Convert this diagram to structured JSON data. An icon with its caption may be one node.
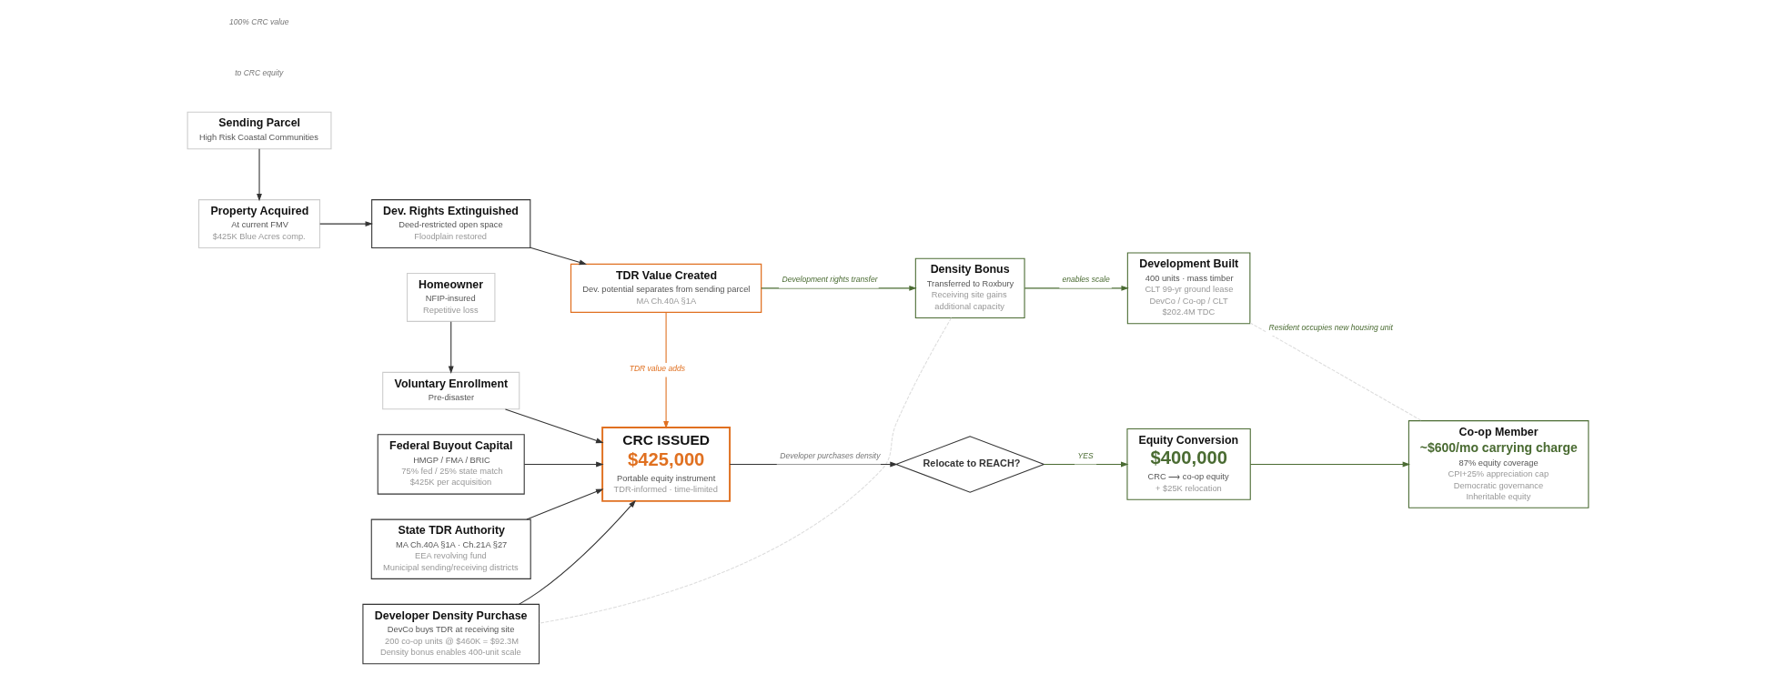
{
  "diagram": {
    "nodes": [
      {
        "text": [
          "Property Acquired",
          "At current FMV",
          "$425K Blue Acres comp."
        ]
      },
      {
        "text": [
          "Sending Parcel",
          "High Risk Coastal Communities"
        ]
      },
      {
        "text": [
          "Dev. Rights Extinguished",
          "Deed-restricted open space",
          "Floodplain restored"
        ]
      },
      {
        "text": [
          "TDR Value Created",
          "Dev. potential separates from sending parcel",
          "MA Ch.40A §1A"
        ]
      },
      {
        "text": [
          "Density Bonus",
          "Transferred to Roxbury",
          "Receiving site gains",
          "additional capacity"
        ]
      },
      {
        "text": [
          "Development Built",
          "400 units · mass timber",
          "CLT 99-yr ground lease",
          "DevCo / Co-op / CLT",
          "$202.4M TDC"
        ]
      },
      {
        "text": [
          "Voluntary Enrollment",
          "Pre-disaster"
        ]
      },
      {
        "text": [
          "Homeowner",
          "NFIP-insured",
          "Repetitive loss"
        ]
      },
      {
        "text": [
          "CRC ISSUED",
          "$425,000",
          "Portable equity instrument",
          "TDR-informed · time-limited"
        ]
      },
      {
        "text": [
          "Relocate to REACH?"
        ]
      },
      {
        "text": [
          "Equity Conversion",
          "$400,000",
          "CRC ⟶ co-op equity",
          "+ $25K relocation"
        ]
      },
      {
        "text": [
          "Co-op Member",
          "~$600/mo carrying charge",
          "87% equity coverage",
          "CPI+25% appreciation cap",
          "Democratic governance",
          "Inheritable equity"
        ]
      },
      {
        "text": [
          "Federal Buyout Capital",
          "HMGP / FMA / BRIC",
          "75% fed / 25% state match",
          "$425K per acquisition"
        ]
      },
      {
        "text": [
          "State TDR Authority",
          "MA Ch.40A §1A · Ch.21A §27",
          "EEA revolving fund",
          "Municipal sending/receiving districts"
        ]
      },
      {
        "text": [
          "Developer Density Purchase",
          "DevCo buys TDR at receiving site",
          "200 co-op units @ $460K = $92.3M",
          "Density bonus enables 400-unit scale"
        ]
      }
    ],
    "edges": [
      {
        "from": 1,
        "to": 0,
        "arrow": "to"
      },
      {
        "from": 0,
        "to": 2,
        "arrow": "to"
      },
      {
        "from": 2,
        "to": 3,
        "arrow": "to"
      },
      {
        "from": 3,
        "to": 4,
        "arrow": "to",
        "label": "Development rights transfer",
        "color": "#4a6b32"
      },
      {
        "from": 4,
        "to": 5,
        "arrow": "to",
        "label": "enables scale",
        "color": "#4a6b32"
      },
      {
        "from": 3,
        "to": 8,
        "arrow": "to",
        "label": "TDR value adds",
        "color": "#e07020"
      },
      {
        "from": 7,
        "to": 6,
        "arrow": "to"
      },
      {
        "from": 6,
        "to": 8,
        "arrow": "to"
      },
      {
        "from": 12,
        "to": 8,
        "arrow": "to"
      },
      {
        "from": 13,
        "to": 8,
        "arrow": "to"
      },
      {
        "from": 14,
        "to": 8,
        "arrow": "to"
      },
      {
        "from": 8,
        "to": 9,
        "arrow": "to",
        "label": "Developer purchases density"
      },
      {
        "from": 9,
        "to": 10,
        "arrow": "to",
        "label": "YES",
        "color": "#4a6b32"
      },
      {
        "from": 10,
        "to": 11,
        "arrow": "to",
        "color": "#4a6b32"
      },
      {
        "from": 4,
        "to": 14,
        "arrow": "none",
        "style": "dashed",
        "color": "#dddddd"
      },
      {
        "from": 5,
        "to": 11,
        "arrow": "none",
        "style": "dashed",
        "color": "#dddddd",
        "label": "Resident occupies new housing unit"
      }
    ],
    "labels": [
      "to CRC equity",
      "100% CRC value"
    ]
  }
}
